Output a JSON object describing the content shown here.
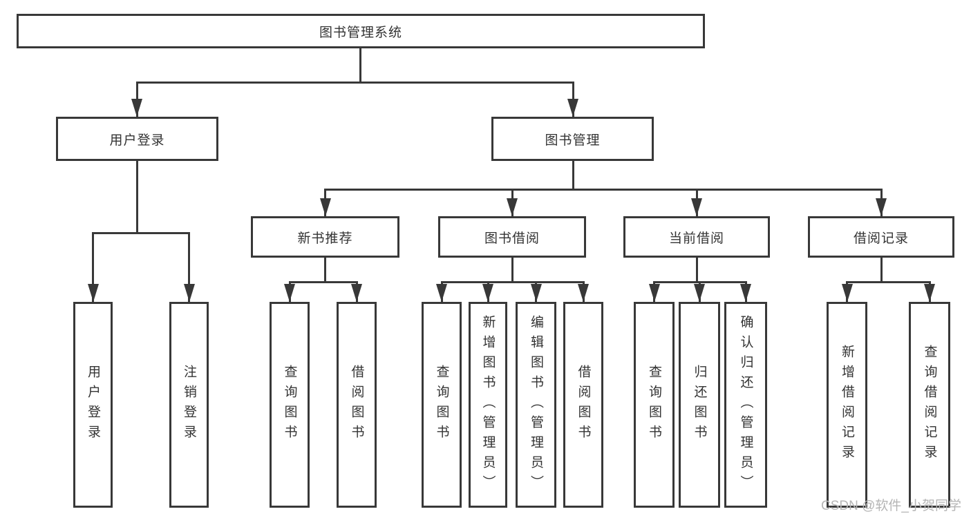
{
  "colors": {
    "line": "#383838",
    "text": "#333333",
    "background": "#ffffff",
    "watermark": "#b5b5b5"
  },
  "watermark": {
    "text": "CSDN @软件_小贺同学"
  },
  "diagram": {
    "type": "functional-structure-tree",
    "root": {
      "label": "图书管理系统",
      "children": [
        {
          "label": "用户登录",
          "children": [
            {
              "label": "用户登录"
            },
            {
              "label": "注销登录"
            }
          ]
        },
        {
          "label": "图书管理",
          "children": [
            {
              "label": "新书推荐",
              "children": [
                {
                  "label": "查询图书"
                },
                {
                  "label": "借阅图书"
                }
              ]
            },
            {
              "label": "图书借阅",
              "children": [
                {
                  "label": "查询图书"
                },
                {
                  "label": "新增图书（管理员）"
                },
                {
                  "label": "编辑图书（管理员）"
                },
                {
                  "label": "借阅图书"
                }
              ]
            },
            {
              "label": "当前借阅",
              "children": [
                {
                  "label": "查询图书"
                },
                {
                  "label": "归还图书"
                },
                {
                  "label": "确认归还（管理员）"
                }
              ]
            },
            {
              "label": "借阅记录",
              "children": [
                {
                  "label": "新增借阅记录"
                },
                {
                  "label": "查询借阅记录"
                }
              ]
            }
          ]
        }
      ]
    }
  }
}
